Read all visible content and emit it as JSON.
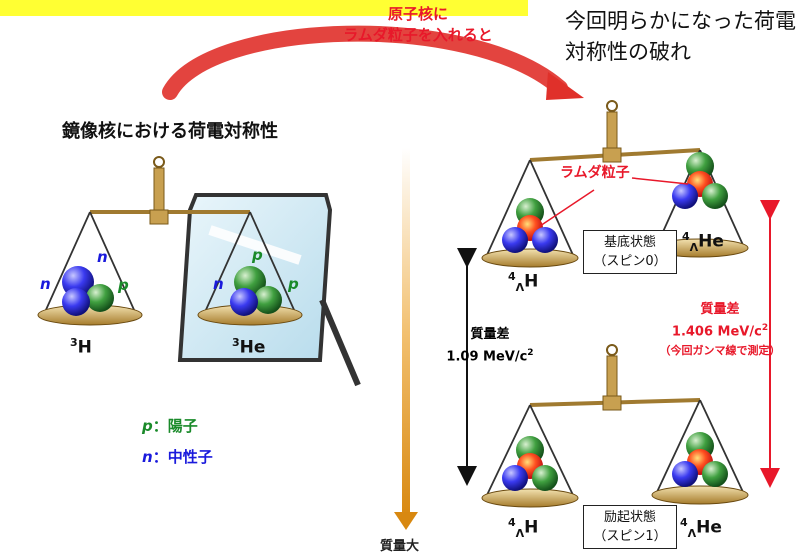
{
  "arrow_label": {
    "line1": "原子核に",
    "line2": "ラムダ粒子を入れると"
  },
  "caption": {
    "text": "今回明らかになった荷電対称性の破れ"
  },
  "left_panel": {
    "heading": "鏡像核における荷電対称性",
    "left_nucleus": {
      "mass": "3",
      "symbol": "H"
    },
    "right_nucleus": {
      "mass": "3",
      "symbol": "He"
    },
    "particle_labels": {
      "n": "n",
      "p": "p"
    },
    "legend": {
      "p_symbol": "p",
      "p_text": "：陽子",
      "n_symbol": "n",
      "n_text": "：中性子"
    }
  },
  "center_axis": {
    "label": "質量大"
  },
  "right_panel": {
    "lambda_label": "ラムダ粒子",
    "ground_state": {
      "line1": "基底状態",
      "line2": "（スピン0）",
      "left_nucleus": {
        "mass": "4",
        "sub": "Λ",
        "symbol": "H"
      },
      "right_nucleus": {
        "mass": "4",
        "sub": "Λ",
        "symbol": "He"
      }
    },
    "excited_state": {
      "line1": "励起状態",
      "line2": "（スピン1）",
      "left_nucleus": {
        "mass": "4",
        "sub": "Λ",
        "symbol": "H"
      },
      "right_nucleus": {
        "mass": "4",
        "sub": "Λ",
        "symbol": "He"
      }
    },
    "mass_diff_black": {
      "line1": "質量差",
      "line2": "1.09 MeV/c",
      "sup": "2"
    },
    "mass_diff_red": {
      "line1": "質量差",
      "line2": "1.406 MeV/c",
      "sup": "2",
      "line3": "（今回ガンマ線で測定）"
    }
  },
  "colors": {
    "banner": "#ffff33",
    "accent_red": "#e8182a",
    "proton_green": "#1a8a2a",
    "neutron_blue": "#1a1adc",
    "lambda": "#e8182a",
    "scale_gold": "#b8923a",
    "axis_orange": "#e8a020"
  }
}
